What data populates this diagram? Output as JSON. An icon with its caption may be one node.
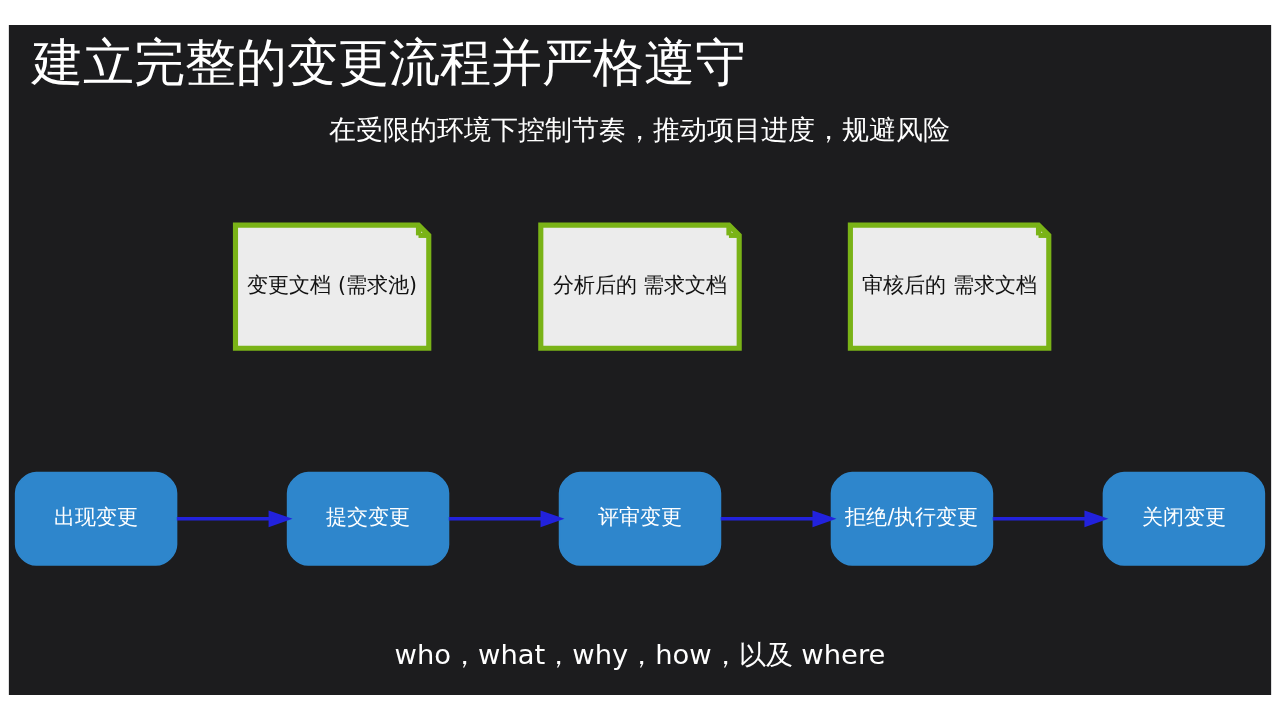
{
  "diagram": {
    "title": "建立完整的变更流程并严格遵守",
    "nodes": [
      {
        "text": [
          "出现变更"
        ]
      },
      {
        "text": [
          "提交变更"
        ]
      },
      {
        "text": [
          "评审变更"
        ]
      },
      {
        "text": [
          "拒绝/执行变更"
        ]
      },
      {
        "text": [
          "关闭变更"
        ]
      },
      {
        "text": [
          "变更文档 (需求池)"
        ]
      },
      {
        "text": [
          "分析后的 需求文档"
        ]
      },
      {
        "text": [
          "审核后的 需求文档"
        ]
      }
    ],
    "edges": [
      {
        "from": 0,
        "to": 1,
        "arrow": "to"
      },
      {
        "from": 1,
        "to": 2,
        "arrow": "to"
      },
      {
        "from": 2,
        "to": 3,
        "arrow": "to"
      },
      {
        "from": 3,
        "to": 4,
        "arrow": "to"
      }
    ],
    "labels": [
      "在受限的环境下控制节奏，推动项目进度，规避风险",
      "who，what，why，how，以及 where"
    ]
  }
}
